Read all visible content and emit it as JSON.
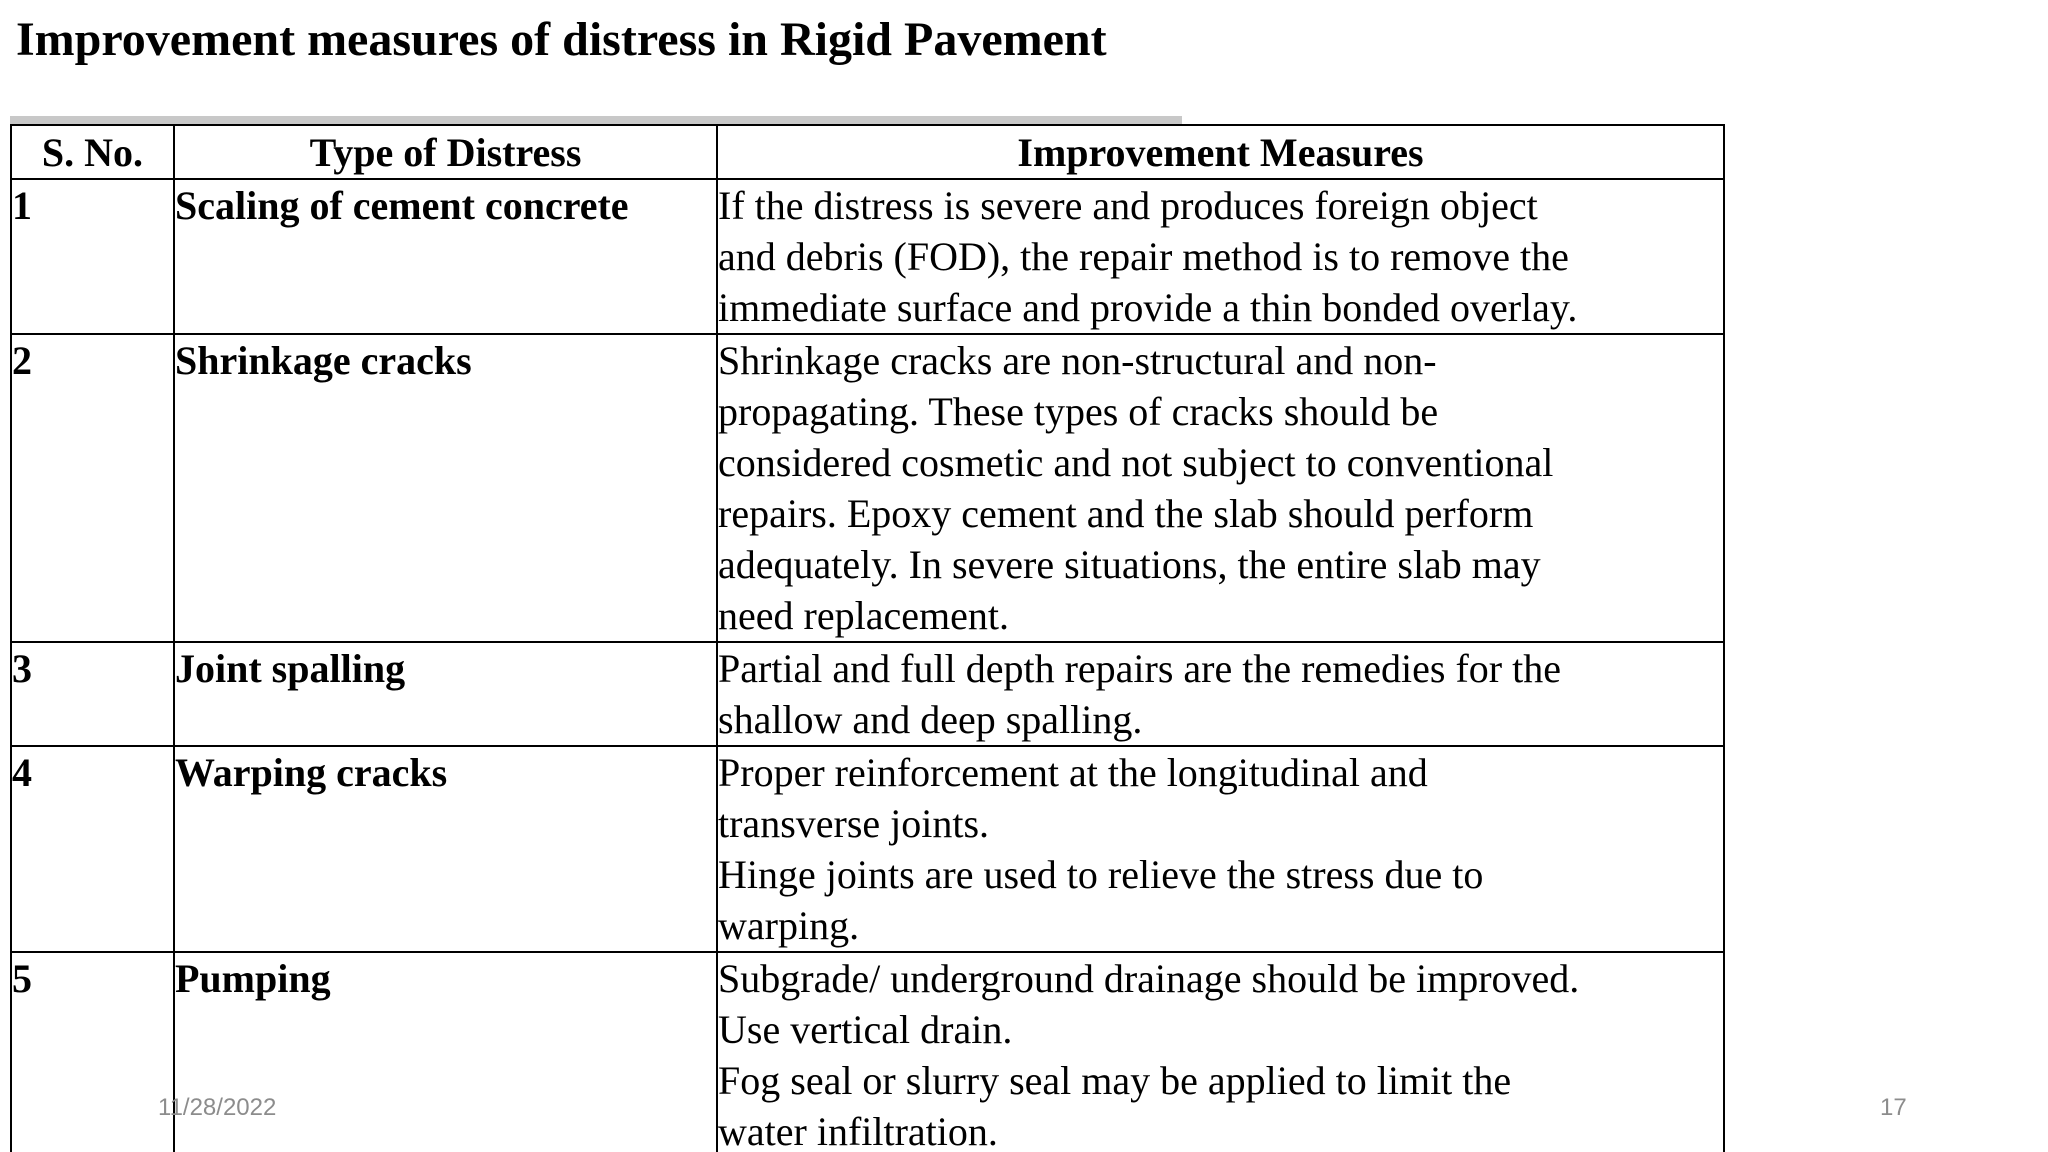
{
  "slide": {
    "title": "Improvement measures of distress in Rigid Pavement",
    "date": "11/28/2022",
    "page_number": "17"
  },
  "table": {
    "headers": [
      "S. No.",
      "Type of Distress",
      "Improvement Measures"
    ],
    "rows": [
      {
        "sno": "1",
        "type": "Scaling of cement concrete",
        "lines": [
          "If the distress is severe and produces foreign object",
          "and debris (FOD), the repair method is to remove the",
          "immediate surface and provide a thin bonded overlay."
        ]
      },
      {
        "sno": "2",
        "type": "Shrinkage cracks",
        "lines": [
          "Shrinkage cracks are non-structural and non-",
          "propagating. These types of cracks should be",
          "considered cosmetic and not subject to conventional",
          "repairs. Epoxy cement and the slab should perform",
          "adequately. In severe situations, the entire slab may",
          "need replacement."
        ]
      },
      {
        "sno": "3",
        "type": "Joint spalling",
        "lines": [
          "Partial and full depth repairs are the remedies for the",
          "shallow and deep spalling."
        ]
      },
      {
        "sno": "4",
        "type": "Warping cracks",
        "lines": [
          "Proper reinforcement at the longitudinal and",
          "transverse joints.",
          "Hinge joints are used to relieve the stress due to",
          "warping."
        ]
      },
      {
        "sno": "5",
        "type": "Pumping",
        "lines": [
          "Subgrade/ underground drainage should be improved.",
          "Use vertical drain.",
          "Fog seal or slurry seal may be applied to limit the",
          "water infiltration."
        ]
      }
    ]
  }
}
